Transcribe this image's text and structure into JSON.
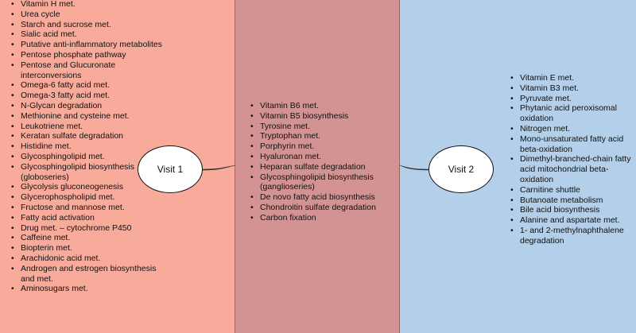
{
  "visit1": {
    "label": "Visit 1",
    "items": [
      "Vitamin H met.",
      "Urea cycle",
      "Starch and sucrose met.",
      "Sialic acid met.",
      "Putative anti-inflammatory metabolites",
      "Pentose phosphate pathway",
      "Pentose and Glucuronate interconversions",
      "Omega-6 fatty acid met.",
      "Omega-3 fatty acid met.",
      "N-Glycan degradation",
      "Methionine and cysteine met.",
      "Leukotriene met.",
      "Keratan sulfate degradation",
      "Histidine met.",
      "Glycosphingolipid met.",
      "Glycosphingolipid biosynthesis (globoseries)",
      "Glycolysis gluconeogenesis",
      "Glycerophospholipid met.",
      "Fructose and mannose met.",
      "Fatty acid activation",
      "Drug met. – cytochrome P450",
      "Caffeine met.",
      "Biopterin met.",
      "Arachidonic acid met.",
      "Androgen and estrogen biosynthesis and met.",
      "Aminosugars met."
    ]
  },
  "shared": {
    "items": [
      "Vitamin B6 met.",
      "Vitamin B5 biosynthesis",
      "Tyrosine met.",
      "Tryptophan met.",
      "Porphyrin met.",
      "Hyaluronan met.",
      "Heparan sulfate degradation",
      "Glycosphingolipid biosynthesis (ganglioseries)",
      "De novo fatty acid biosynthesis",
      "Chondroitin sulfate degradation",
      "Carbon fixation"
    ]
  },
  "visit2": {
    "label": "Visit 2",
    "items": [
      "Vitamin E met.",
      "Vitamin B3 met.",
      "Pyruvate met.",
      "Phytanic acid peroxisomal oxidation",
      "Nitrogen met.",
      "Mono-unsaturated fatty acid beta-oxidation",
      "Dimethyl-branched-chain fatty acid mitochondrial beta-oxidation",
      "Carnitine shuttle",
      "Butanoate metabolism",
      "Bile acid biosynthesis",
      "Alanine and aspartate met.",
      "1- and 2-methylnaphthalene degradation"
    ]
  },
  "colors": {
    "visit1_panel": "#f9ab9b",
    "shared_panel": "#d49393",
    "visit2_panel": "#b3cfe9"
  }
}
